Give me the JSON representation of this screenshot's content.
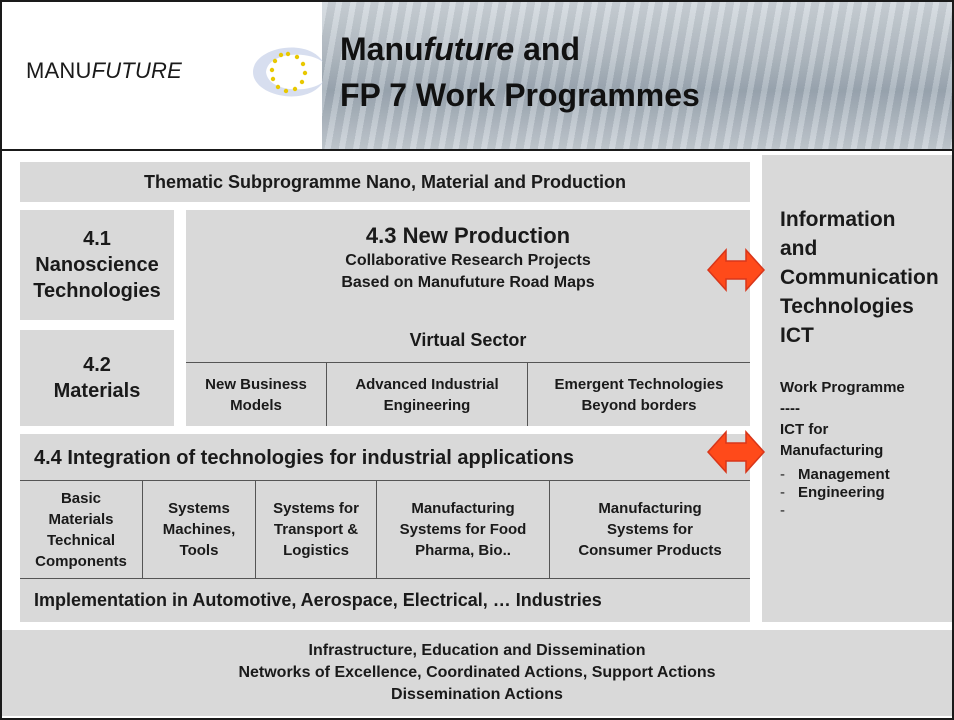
{
  "header": {
    "logo_prefix": "MANU",
    "logo_suffix": "FUTURE",
    "title_part1": "Manu",
    "title_part2_italic": "future",
    "title_part3": " and",
    "title_line2": "FP 7 Work Programmes"
  },
  "thematic": {
    "title": "Thematic Subprogramme  Nano, Material and Production"
  },
  "nano": {
    "number": "4.1",
    "line1": "Nanoscience",
    "line2": "Technologies"
  },
  "materials": {
    "number": "4.2",
    "line1": "Materials"
  },
  "new_production": {
    "title": "4.3 New Production",
    "line1": "Collaborative Research Projects",
    "line2": "Based on Manufuture Road Maps",
    "virtual_sector": "Virtual Sector",
    "cells": [
      {
        "line1": "New Business",
        "line2": "Models"
      },
      {
        "line1": "Advanced Industrial",
        "line2": "Engineering"
      },
      {
        "line1": "Emergent Technologies",
        "line2": "Beyond borders"
      }
    ]
  },
  "integration": {
    "title": "4.4 Integration of technologies for industrial applications",
    "cells": [
      {
        "lines": [
          "Basic",
          "Materials",
          "Technical",
          "Components"
        ]
      },
      {
        "lines": [
          "Systems",
          "Machines,",
          "Tools"
        ]
      },
      {
        "lines": [
          "Systems for",
          "Transport &",
          "Logistics"
        ]
      },
      {
        "lines": [
          "Manufacturing",
          "Systems for Food",
          "Pharma, Bio.."
        ]
      },
      {
        "lines": [
          "Manufacturing",
          "Systems for",
          "Consumer Products"
        ]
      }
    ],
    "implementation": "Implementation in Automotive, Aerospace, Electrical, … Industries"
  },
  "ict": {
    "title_lines": [
      "Information",
      "and",
      "Communication",
      "Technologies",
      "ICT"
    ],
    "wp_lines": [
      "Work Programme",
      "----",
      "ICT for",
      "Manufacturing"
    ],
    "list": [
      "Management",
      "Engineering",
      ""
    ]
  },
  "infrastructure": {
    "line1": "Infrastructure, Education and Dissemination",
    "line2": "Networks of Excellence, Coordinated Actions, Support Actions",
    "line3": "Dissemination Actions"
  },
  "colors": {
    "box_gray": "#d9d9d9",
    "arrow_red": "#ff4a1a",
    "arrow_outline": "#d8361a"
  }
}
